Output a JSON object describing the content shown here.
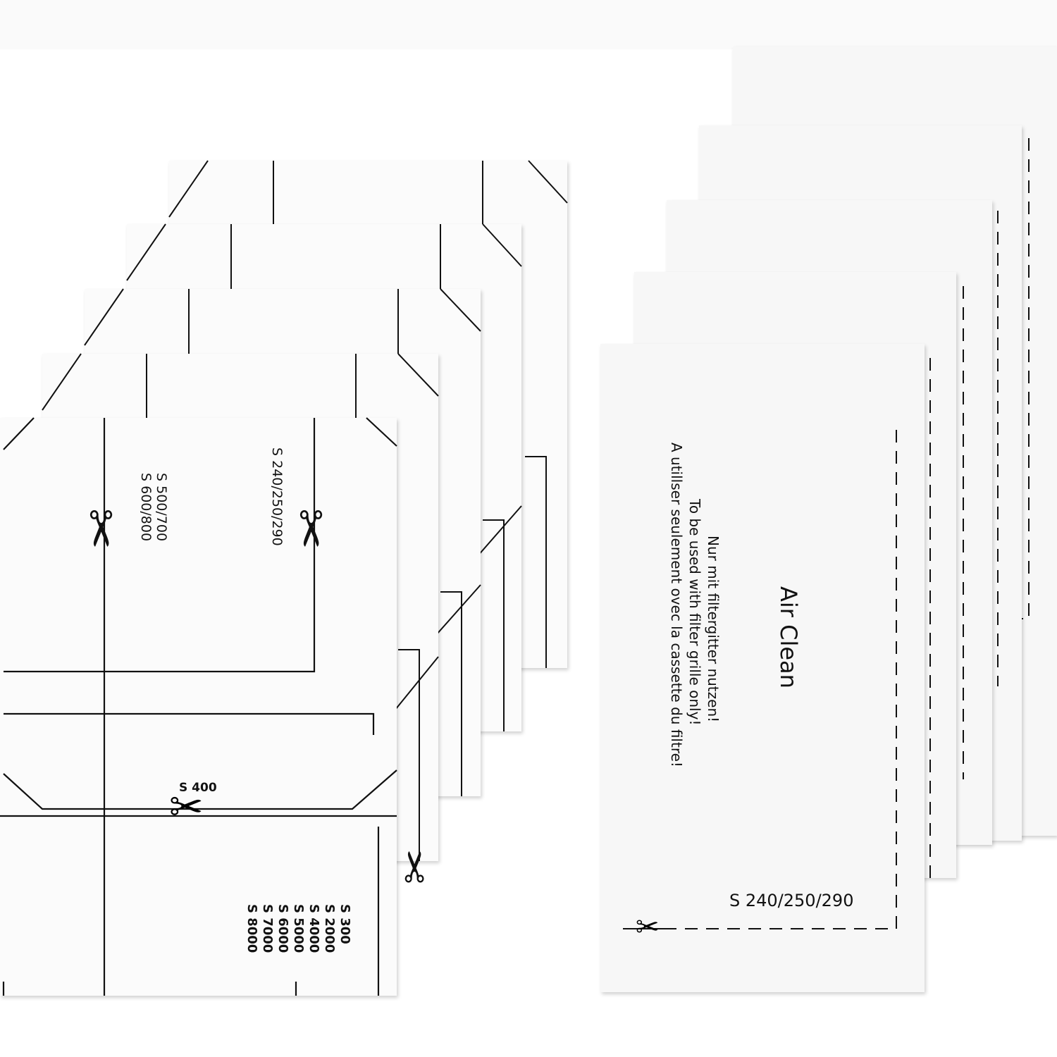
{
  "scene": "Product photo: two fanned stacks of white vacuum cleaner exhaust filter pads",
  "left_stack": {
    "count": 5,
    "labels": {
      "model_a_line1": "S 500/700",
      "model_a_line2": "S 600/800",
      "model_b": "S 240/250/290",
      "model_c": "S 400",
      "model_list": [
        "S 300",
        "S 2000",
        "S 4000",
        "S 5000",
        "S 6000",
        "S 7000",
        "S 8000"
      ]
    },
    "cut_marker_icon": "scissors-icon"
  },
  "right_stack": {
    "count": 5,
    "front_card": {
      "title": "Air Clean",
      "line_de": "Nur mit filtergitter nutzen!",
      "line_en": "To be used with filter grille only!",
      "line_fr": "A utillser seulement ovec la cassette du filtre!",
      "model": "S 240/250/290",
      "cut_marker_icon": "scissors-icon"
    }
  },
  "colors": {
    "background": "#ffffff",
    "sheet": "#fbfbfb",
    "ink": "#111111"
  }
}
